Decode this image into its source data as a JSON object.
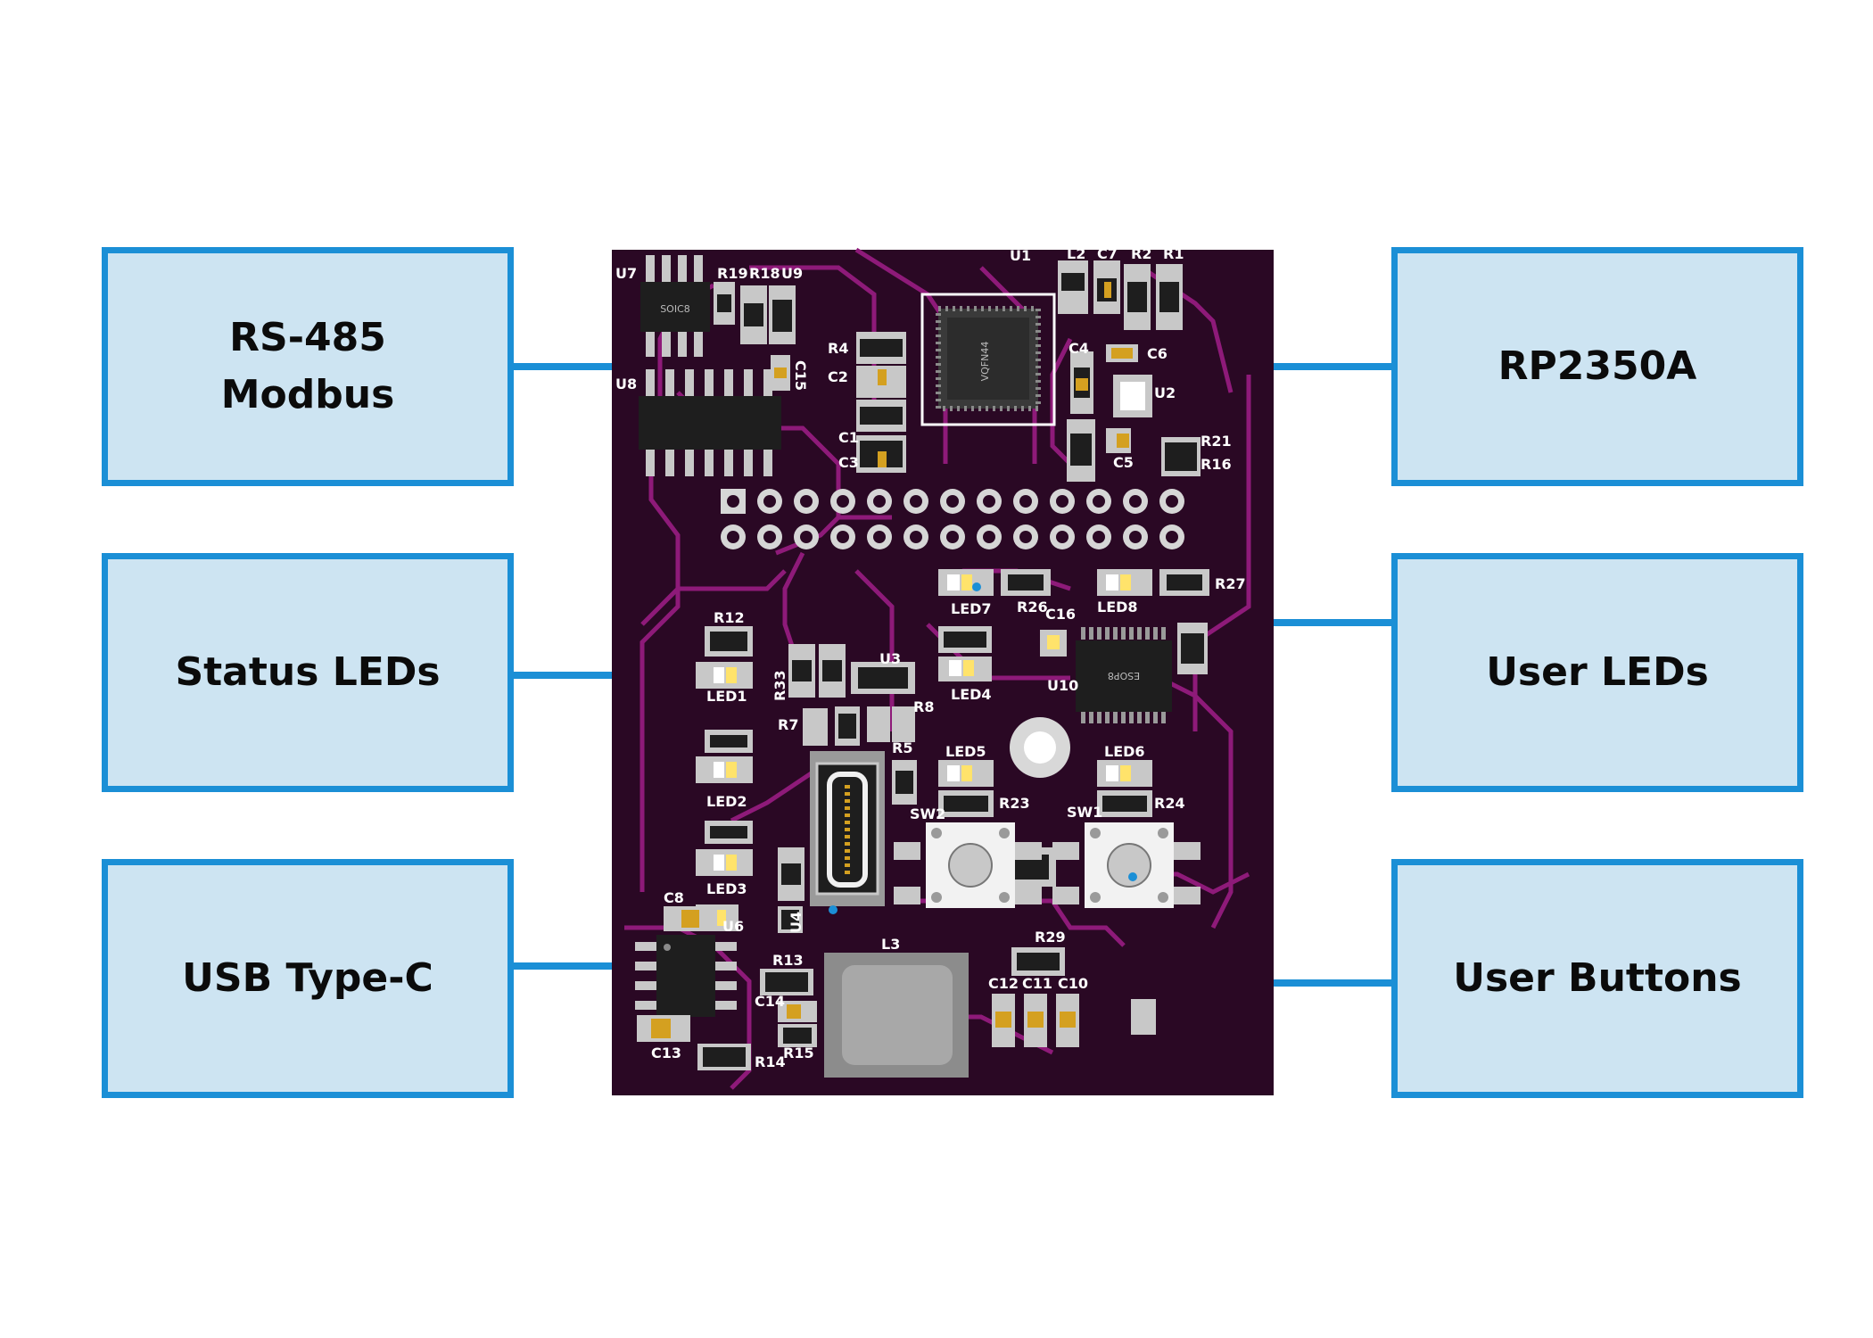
{
  "callouts": {
    "left": [
      {
        "label": "RS-485\nModbus"
      },
      {
        "label": "Status LEDs"
      },
      {
        "label": "USB Type-C"
      }
    ],
    "right": [
      {
        "label": "RP2350A"
      },
      {
        "label": "User LEDs"
      },
      {
        "label": "User Buttons"
      }
    ]
  },
  "pcb": {
    "colors": {
      "board": "#2a0824",
      "trace": "#8e1a79",
      "accent": "#1b8fd6",
      "callout_fill": "#cde4f2"
    },
    "designators": {
      "U7": "U7",
      "R19": "R19",
      "R18": "R18",
      "U9": "U9",
      "U8": "U8",
      "C15": "C15",
      "U1": "U1",
      "L2": "L2",
      "C7": "C7",
      "R2": "R2",
      "R1": "R1",
      "R4": "R4",
      "C2": "C2",
      "C1": "C1",
      "C3": "C3",
      "C4": "C4",
      "C6": "C6",
      "U2": "U2",
      "C5": "C5",
      "R21": "R21",
      "R16": "R16",
      "R12": "R12",
      "LED1": "LED1",
      "R33": "R33",
      "U3": "U3",
      "R7": "R7",
      "R8": "R8",
      "R5": "R5",
      "LED2": "LED2",
      "LED3": "LED3",
      "C8": "C8",
      "U6": "U6",
      "R13": "R13",
      "C14": "C14",
      "C13": "C13",
      "R14": "R14",
      "R15": "R15",
      "L3": "L3",
      "U4": "U4",
      "LED7": "LED7",
      "R26": "R26",
      "LED8": "LED8",
      "R27": "R27",
      "C16": "C16",
      "LED4": "LED4",
      "U10": "U10",
      "LED5": "LED5",
      "LED6": "LED6",
      "R23": "R23",
      "R24": "R24",
      "SW2": "SW2",
      "SW1": "SW1",
      "R29": "R29",
      "C12": "C12",
      "C11": "C11",
      "C10": "C10"
    },
    "chip_marks": {
      "u7": "SOIC8",
      "u1": "VQFN44",
      "u10": "ESOP8"
    }
  }
}
